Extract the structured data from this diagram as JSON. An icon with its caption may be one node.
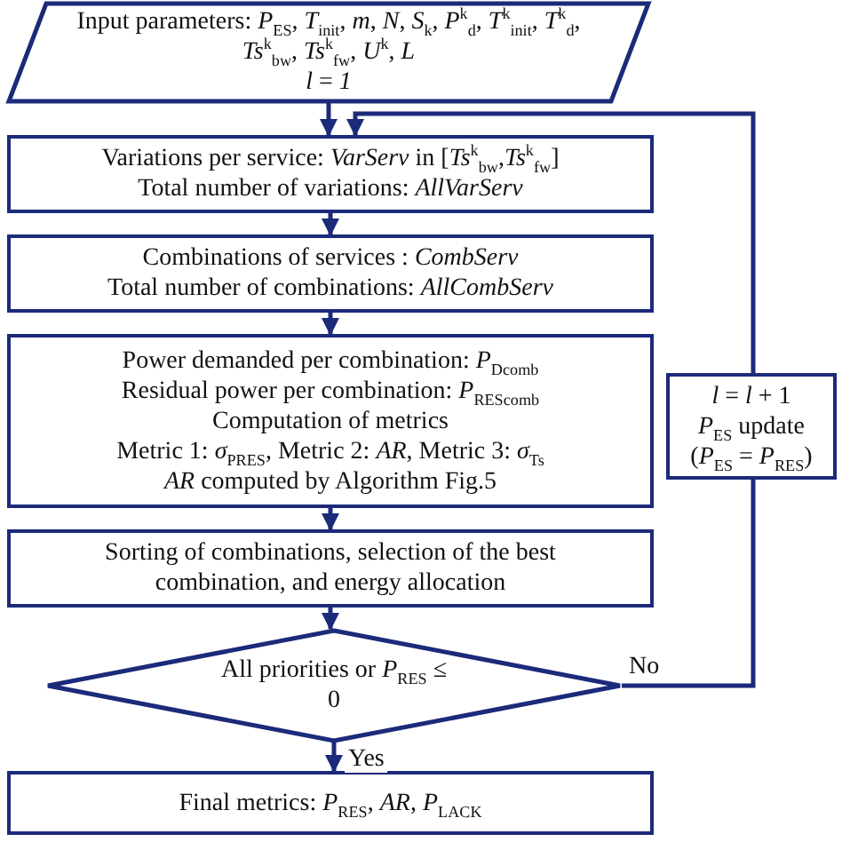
{
  "diagram": {
    "nodes": [
      {
        "text": [
          "Input parameters: *P*$_{ES}$, *T*$_{init}$, *m*, *N*, *S*$_{k}$, *P*$^{k}$$_{d}$, *T*$^{k}$$_{init}$, *T*$^{k}$$_{d}$, *Ts*$^{k}$$_{bw}$, *Ts*$^{k}$$_{fw}$, *U*$^{k}$, *L*",
          "*l* = *1*"
        ]
      },
      {
        "text": [
          "Variations per service: *VarServ* in [*Ts*$^{k}$$_{bw}$,*Ts*$^{k}$$_{fw}$]",
          "Total number of variations: *AllVarServ*"
        ]
      },
      {
        "text": [
          "Combinations of services : *CombServ*",
          "Total number of combinations: *AllCombServ*"
        ]
      },
      {
        "text": [
          "Power demanded per combination: *P*$_{D}$$_{comb}$",
          "Residual power per combination: *P*$_{RES}$$_{comb}$",
          "Computation of metrics",
          "Metric 1: *σ*$_{PRES}$, Metric 2: *AR*, Metric 3: *σ*$_{Ts}$",
          "*AR* computed by Algorithm Fig.5"
        ]
      },
      {
        "text": [
          "Sorting of combinations, selection of the best combination, and energy allocation"
        ]
      },
      {
        "text": [
          "All priorities or *P*$_{RES}$ ≤ 0"
        ]
      },
      {
        "text": [
          "Final metrics: *P*$_{RES}$, *AR*, *P*$_{LACK}$"
        ]
      },
      {
        "text": [
          "*l* = *l* + 1",
          "*P*$_{ES}$ update",
          "(*P*$_{ES}$ = *P*$_{RES}$)"
        ]
      }
    ],
    "edges": [
      {
        "from": 0,
        "to": 1,
        "arrow": "to"
      },
      {
        "from": 1,
        "to": 2,
        "arrow": "to"
      },
      {
        "from": 2,
        "to": 3,
        "arrow": "to"
      },
      {
        "from": 3,
        "to": 4,
        "arrow": "to"
      },
      {
        "from": 4,
        "to": 5,
        "arrow": "to"
      },
      {
        "from": 5,
        "to": 6,
        "label": "Yes",
        "arrow": "to"
      },
      {
        "from": 5,
        "to": 7,
        "label": "No",
        "arrow": "none"
      },
      {
        "from": 7,
        "to": 1,
        "arrow": "to"
      }
    ]
  }
}
